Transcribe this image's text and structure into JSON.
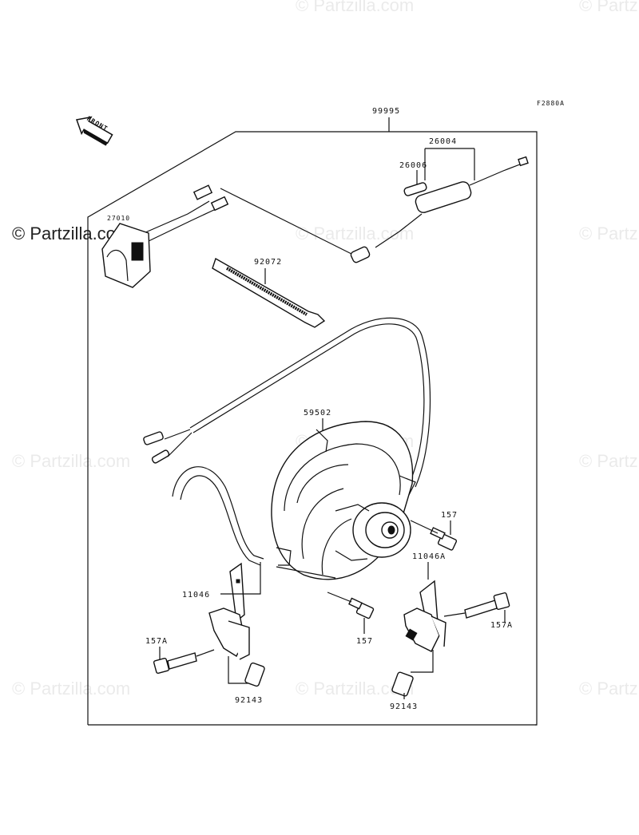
{
  "figure_code": "F2880A",
  "front_label": "FRONT",
  "watermark": "© Partzilla.com",
  "parts": {
    "kit": "99995",
    "harness": "26004",
    "fuse": "26006",
    "switch": "27010",
    "band": "92072",
    "fan": "59502",
    "bolt_fan_right": "157",
    "bracket_right": "11046A",
    "bracket_left": "11046",
    "bolt_fan_lower": "157",
    "bolt_left": "157A",
    "bolt_right": "157A",
    "collar_left": "92143",
    "collar_right": "92143"
  }
}
